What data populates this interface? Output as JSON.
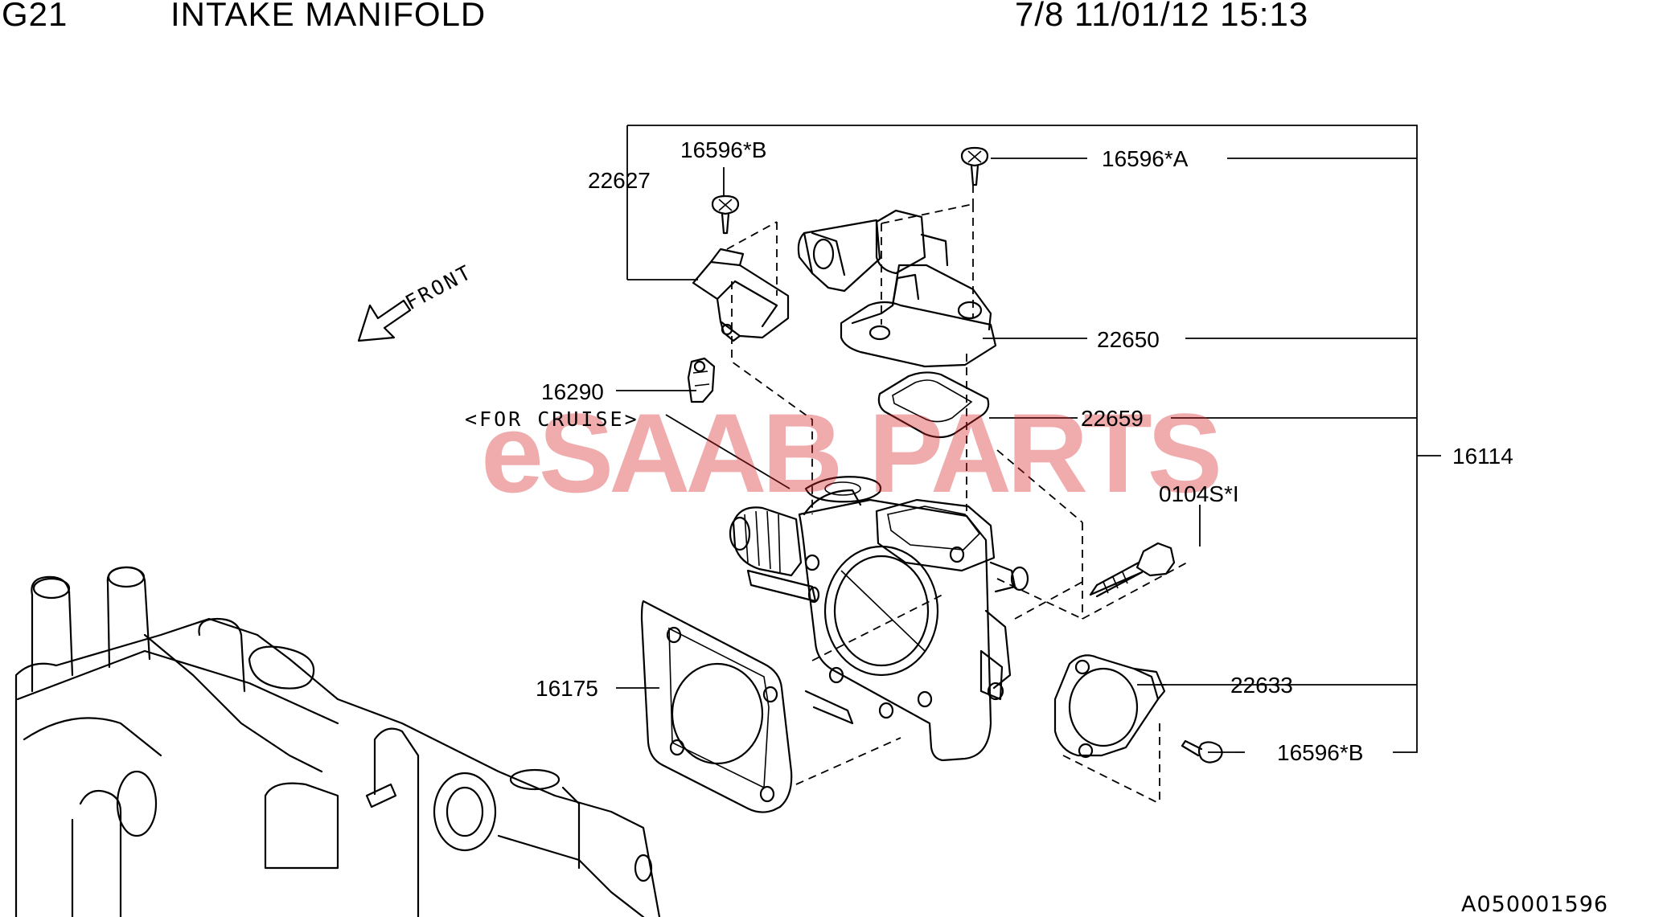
{
  "header": {
    "code": "G21",
    "title": "INTAKE MANIFOLD",
    "stamp": "7/8 11/01/12 15:13"
  },
  "diagram": {
    "front_label": "FRONT",
    "cruise_note": "<FOR CRUISE>",
    "reference": "A050001596"
  },
  "watermark": {
    "prefix": "eSAAB",
    "suffix": "PARTS",
    "color": "#d9262b"
  },
  "callouts": {
    "c16596b_top": "16596*B",
    "c22627": "22627",
    "c16596a": "16596*A",
    "c22650": "22650",
    "c16290": "16290",
    "c22659": "22659",
    "c16114": "16114",
    "c0104s": "0104S*I",
    "c16175": "16175",
    "c22633": "22633",
    "c16596b_bottom": "16596*B"
  }
}
